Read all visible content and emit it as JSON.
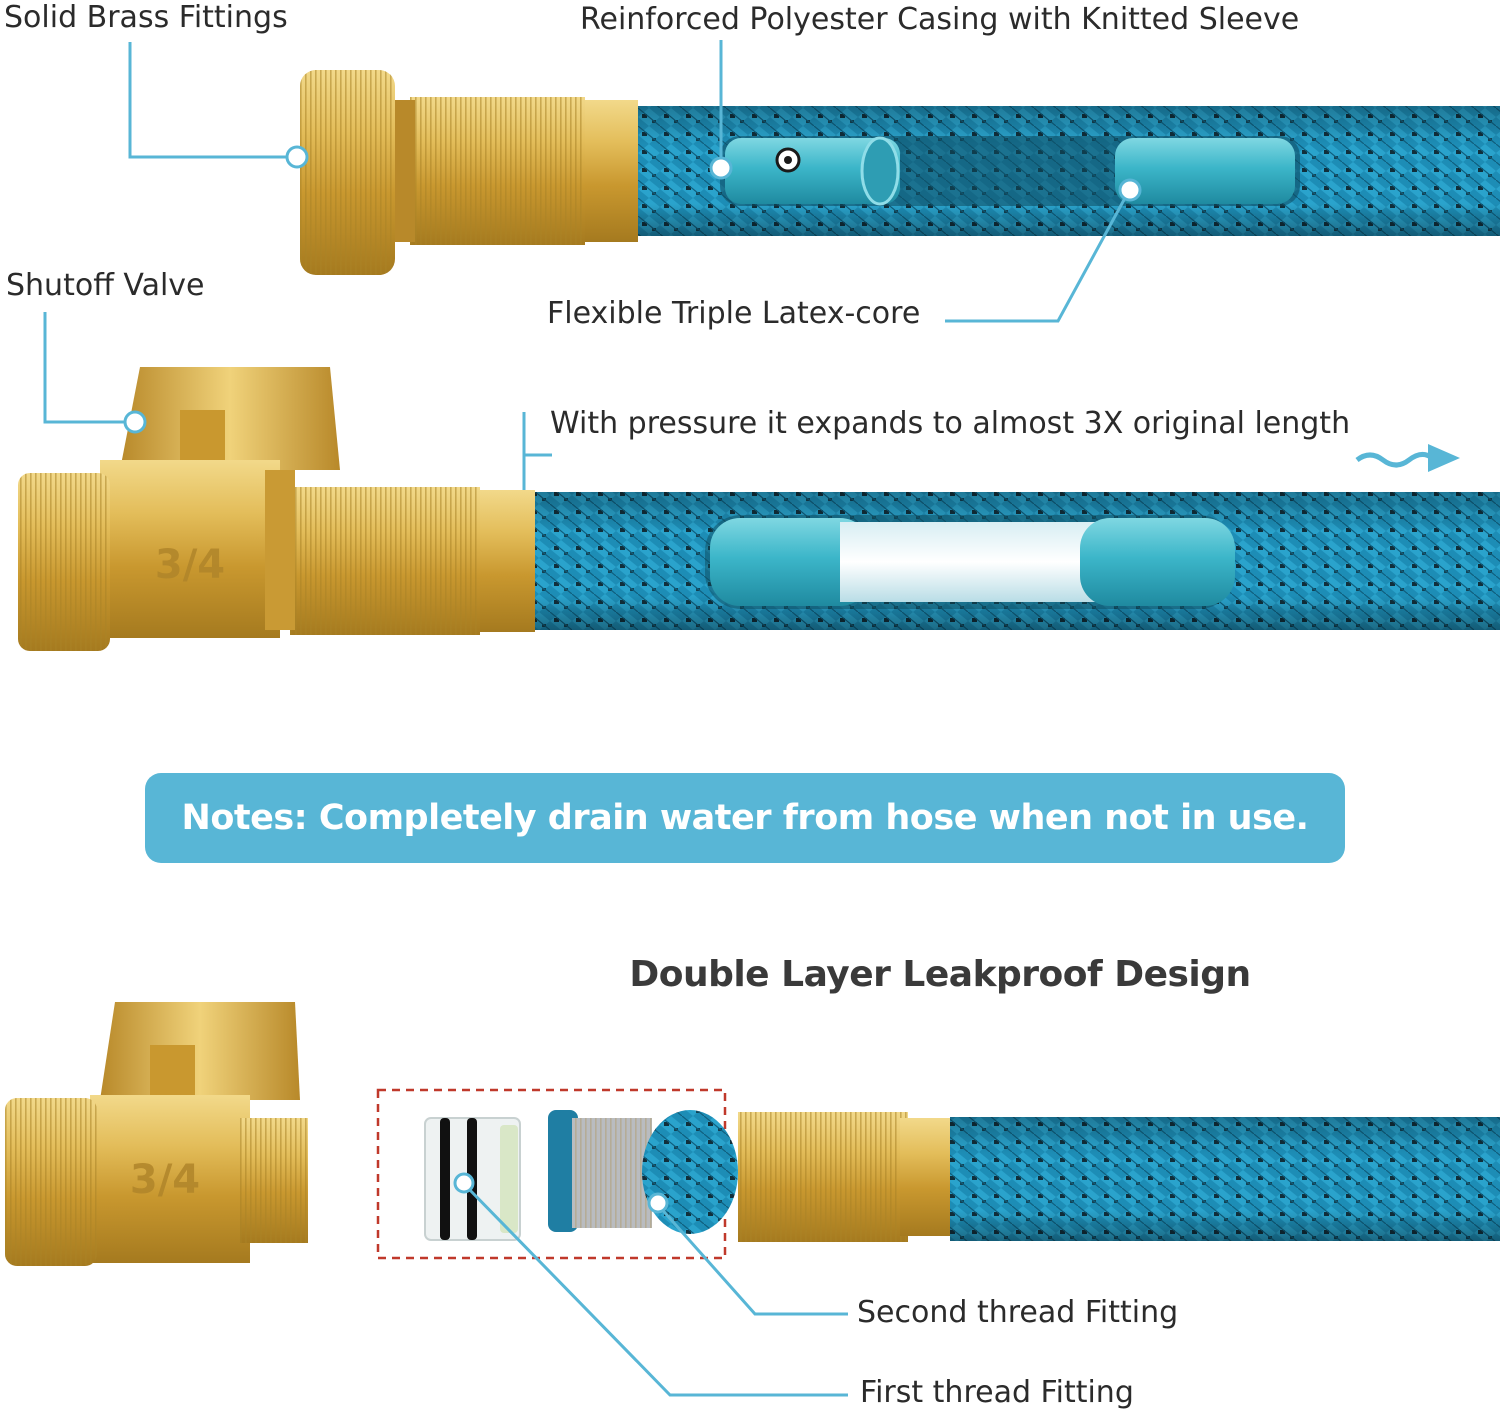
{
  "labels": {
    "brass_fittings": "Solid Brass Fittings",
    "casing": "Reinforced Polyester Casing with Knitted Sleeve",
    "shutoff_valve": "Shutoff Valve",
    "latex_core": "Flexible Triple Latex-core",
    "pressure": "With pressure it expands to almost 3X original length",
    "second_thread": "Second thread Fitting",
    "first_thread": "First thread Fitting"
  },
  "valve_marking": "3/4",
  "notes": "Notes: Completely drain water from hose when not in use.",
  "section_heading": "Double Layer Leakproof Design",
  "colors": {
    "callout_line": "#58b6d6",
    "notes_background": "#58b6d6",
    "brass": "#d8b04a",
    "hose_blue": "#1f8fb8",
    "hose_black": "#1a1a1a",
    "latex_core": "#3cb6c9",
    "dashed_box": "#c0392b"
  },
  "icons": [
    "wavy-arrow-icon",
    "dot-marker-icon"
  ]
}
